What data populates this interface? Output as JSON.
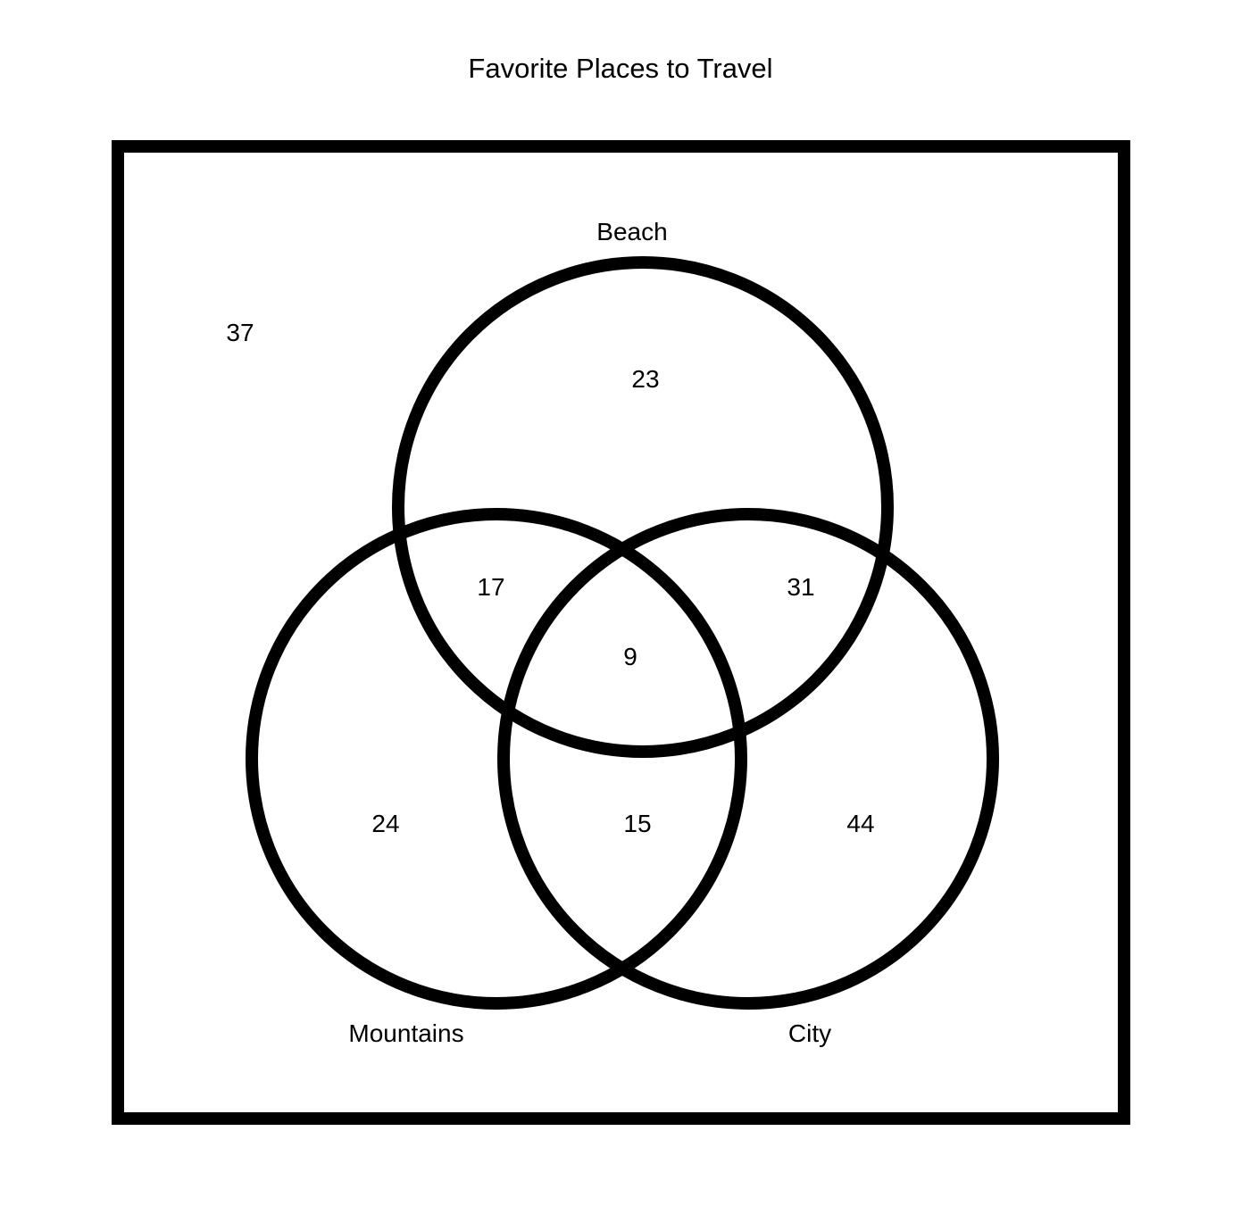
{
  "title": "Favorite Places to Travel",
  "sets": {
    "beach": "Beach",
    "mountains": "Mountains",
    "city": "City"
  },
  "regions": {
    "outside": "37",
    "beach_only": "23",
    "beach_mountains": "17",
    "beach_city": "31",
    "all_three": "9",
    "mountains_only": "24",
    "mountains_city": "15",
    "city_only": "44"
  },
  "colors": {
    "stroke": "#000000",
    "background": "#ffffff"
  }
}
